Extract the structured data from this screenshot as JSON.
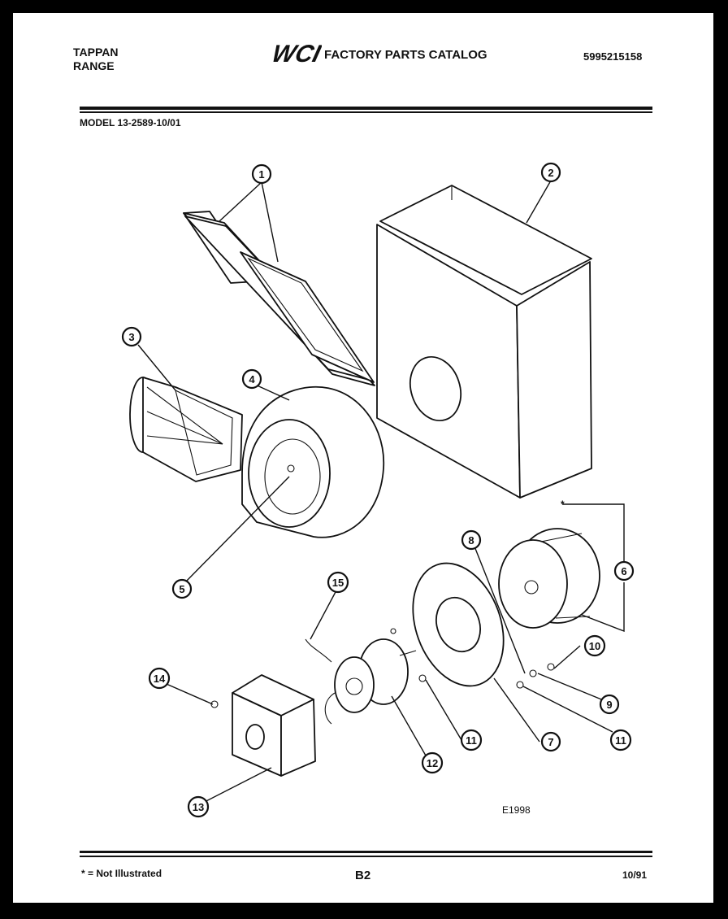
{
  "header": {
    "brand_line1": "TAPPAN",
    "brand_line2": "RANGE",
    "logo_text": "WCI",
    "catalog_title": "FACTORY PARTS CATALOG",
    "part_number": "5995215158",
    "model": "MODEL 13-2589-10/01"
  },
  "diagram": {
    "code": "E1998",
    "callouts": [
      "1",
      "2",
      "3",
      "4",
      "5",
      "6",
      "7",
      "8",
      "9",
      "10",
      "11",
      "11",
      "12",
      "13",
      "14",
      "15"
    ],
    "not_illustrated_marker": "*"
  },
  "footer": {
    "footnote": "* = Not Illustrated",
    "page_number": "B2",
    "date": "10/91"
  }
}
